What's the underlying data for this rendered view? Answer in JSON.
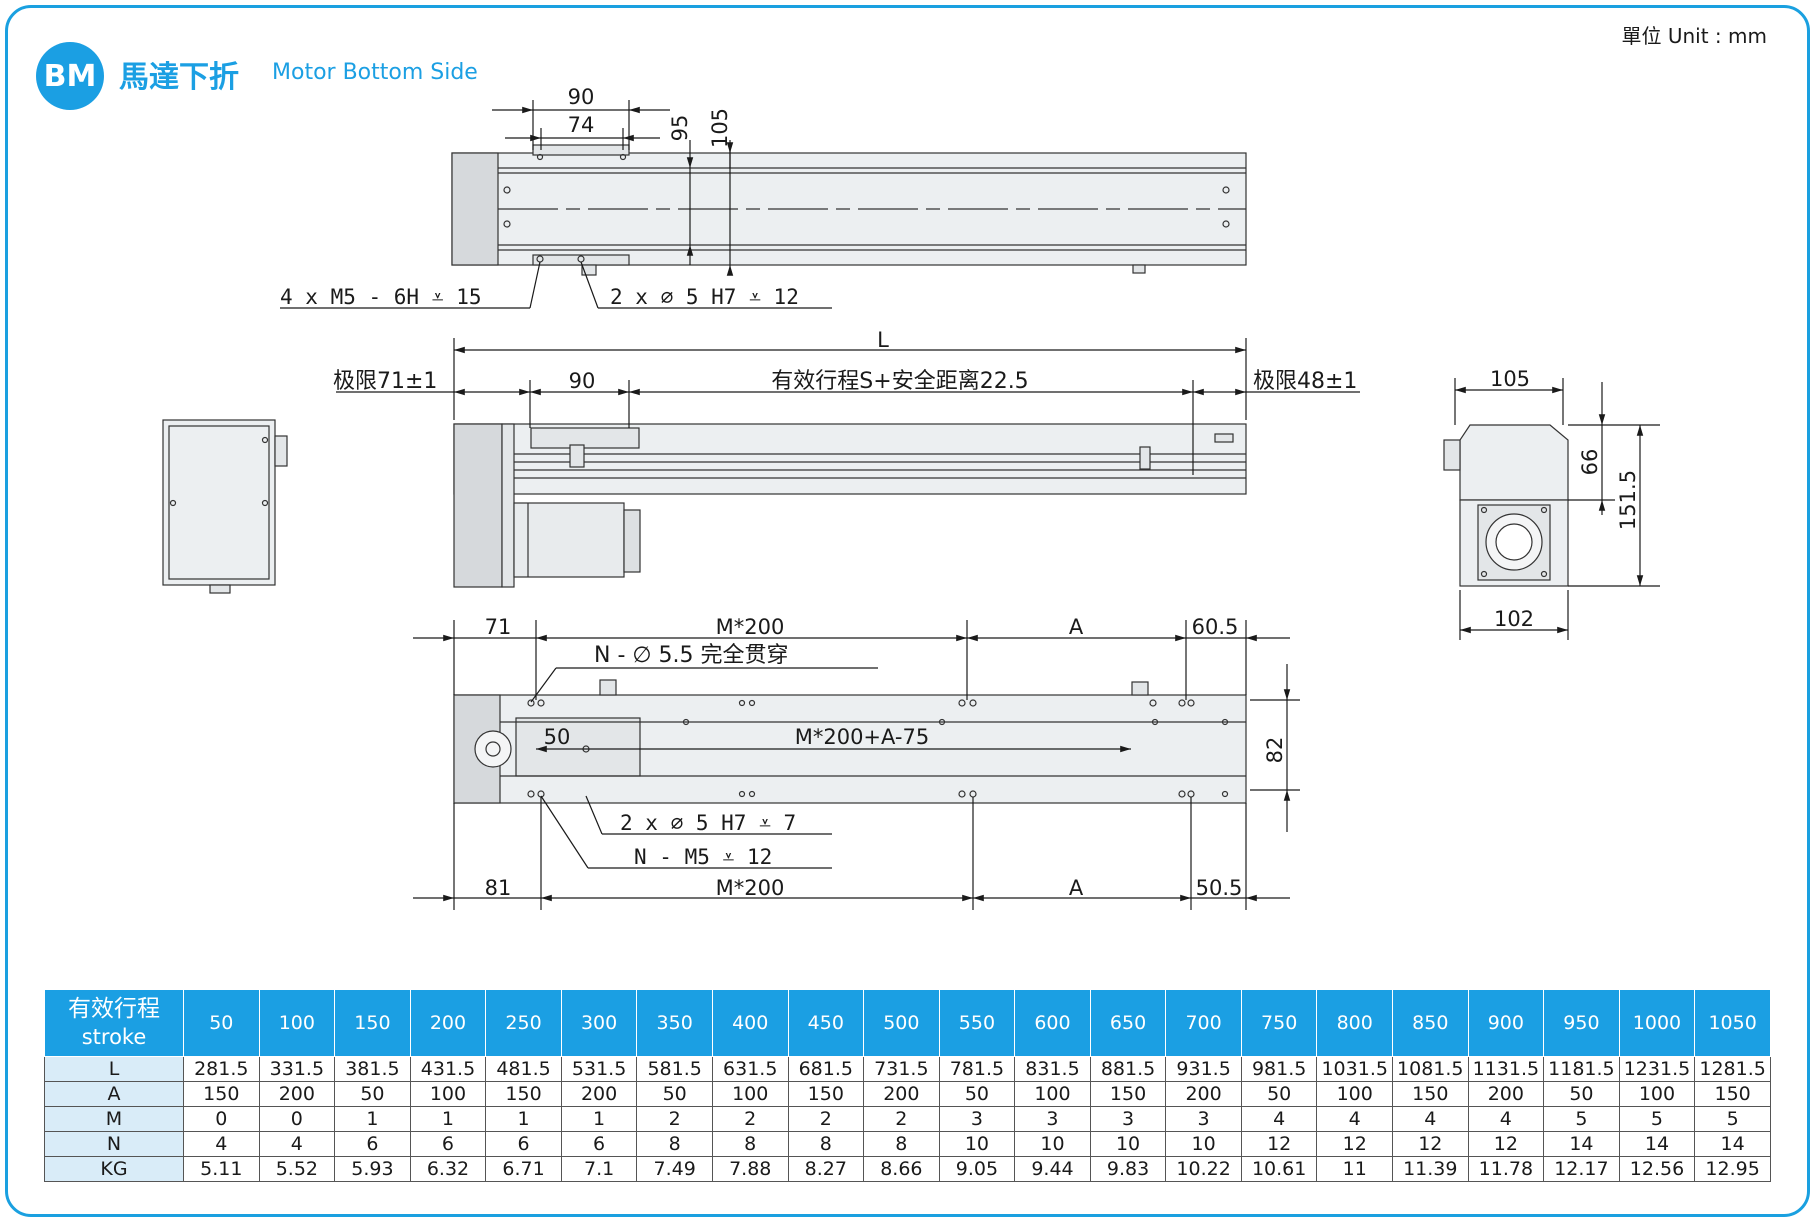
{
  "header": {
    "unit": "單位 Unit : mm",
    "badge": "BM",
    "title_cn": "馬達下折",
    "title_en": "Motor Bottom Side"
  },
  "top_view": {
    "dim_90": "90",
    "dim_74": "74",
    "dim_95": "95",
    "dim_105": "105",
    "note_screw": "4 x  M5 - 6H ⩡ 15",
    "note_pin": "2 x  ∅ 5 H7 ⩡ 12"
  },
  "side_view": {
    "dim_L": "L",
    "limit_left": "极限71±1",
    "dim_90": "90",
    "stroke_label": "有效行程S+安全距离22.5",
    "limit_right": "极限48±1"
  },
  "end_view": {
    "dim_105": "105",
    "dim_66": "66",
    "dim_151_5": "151.5",
    "dim_102": "102"
  },
  "bottom_view": {
    "dim_71": "71",
    "dim_m200_top": "M*200",
    "dim_a_top": "A",
    "dim_60_5": "60.5",
    "note_through": "N - ∅ 5.5 完全贯穿",
    "dim_50": "50",
    "dim_m200_a75": "M*200+A-75",
    "dim_82": "82",
    "note_pin": "2 x  ∅ 5 H7 ⩡ 7",
    "note_screw": "N - M5 ⩡ 12",
    "dim_81": "81",
    "dim_m200_bottom": "M*200",
    "dim_a_bottom": "A",
    "dim_50_5": "50.5"
  },
  "table": {
    "header_cn": "有效行程",
    "header_en": "stroke",
    "strokes": [
      "50",
      "100",
      "150",
      "200",
      "250",
      "300",
      "350",
      "400",
      "450",
      "500",
      "550",
      "600",
      "650",
      "700",
      "750",
      "800",
      "850",
      "900",
      "950",
      "1000",
      "1050"
    ],
    "rows": [
      {
        "label": "L",
        "values": [
          "281.5",
          "331.5",
          "381.5",
          "431.5",
          "481.5",
          "531.5",
          "581.5",
          "631.5",
          "681.5",
          "731.5",
          "781.5",
          "831.5",
          "881.5",
          "931.5",
          "981.5",
          "1031.5",
          "1081.5",
          "1131.5",
          "1181.5",
          "1231.5",
          "1281.5"
        ]
      },
      {
        "label": "A",
        "values": [
          "150",
          "200",
          "50",
          "100",
          "150",
          "200",
          "50",
          "100",
          "150",
          "200",
          "50",
          "100",
          "150",
          "200",
          "50",
          "100",
          "150",
          "200",
          "50",
          "100",
          "150"
        ]
      },
      {
        "label": "M",
        "values": [
          "0",
          "0",
          "1",
          "1",
          "1",
          "1",
          "2",
          "2",
          "2",
          "2",
          "3",
          "3",
          "3",
          "3",
          "4",
          "4",
          "4",
          "4",
          "5",
          "5",
          "5"
        ]
      },
      {
        "label": "N",
        "values": [
          "4",
          "4",
          "6",
          "6",
          "6",
          "6",
          "8",
          "8",
          "8",
          "8",
          "10",
          "10",
          "10",
          "10",
          "12",
          "12",
          "12",
          "12",
          "14",
          "14",
          "14"
        ]
      },
      {
        "label": "KG",
        "values": [
          "5.11",
          "5.52",
          "5.93",
          "6.32",
          "6.71",
          "7.1",
          "7.49",
          "7.88",
          "8.27",
          "8.66",
          "9.05",
          "9.44",
          "9.83",
          "10.22",
          "10.61",
          "11",
          "11.39",
          "11.78",
          "12.17",
          "12.56",
          "12.95"
        ]
      }
    ]
  },
  "colors": {
    "accent": "#1b9fe3",
    "row_head": "#d9ecf8",
    "body_fill": "#eceff1"
  }
}
